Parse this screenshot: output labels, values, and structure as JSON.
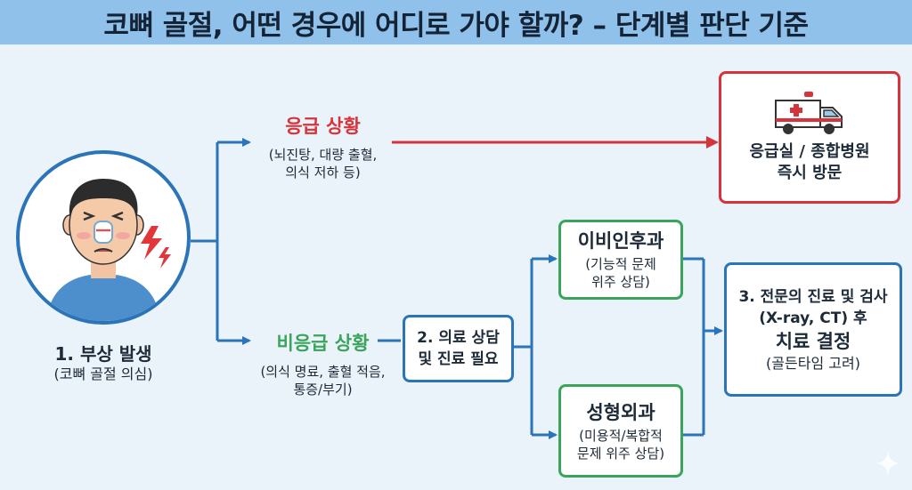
{
  "title": "코뼈 골절, 어떤 경우에 어디로 가야 할까? – 단계별 판단 기준",
  "injury": {
    "step": "1. 부상 발생",
    "note": "(코뼈 골절 의심)"
  },
  "emergency": {
    "label": "응급 상황",
    "note_line1": "(뇌진탕, 대량 출혈,",
    "note_line2": "의식 저하 등)",
    "destination_line1": "응급실 / 종합병원",
    "destination_line2": "즉시 방문"
  },
  "non_emergency": {
    "label": "비응급 상황",
    "note_line1": "(의식 명료, 출혈 적음,",
    "note_line2": "통증/부기)"
  },
  "consult": {
    "line1": "2. 의료 상담",
    "line2": "및 진료 필요"
  },
  "ent": {
    "title": "이비인후과",
    "note_line1": "(기능적 문제",
    "note_line2": "위주 상담)"
  },
  "plastic": {
    "title": "성형외과",
    "note_line1": "(미용적/복합적",
    "note_line2": "문제 위주 상담)"
  },
  "treatment": {
    "line1": "3. 전문의 진료 및 검사",
    "line2": "(X-ray, CT) 후",
    "line3": "치료 결정",
    "line4": "(골든타임 고려)"
  },
  "colors": {
    "title_bar": "#8fc1ea",
    "background": "#eaf2fa",
    "blue": "#2b74b8",
    "green": "#3aa55a",
    "red": "#d8333a"
  },
  "icons": [
    "injured-person-icon",
    "ambulance-icon",
    "lightning-icon",
    "sparkle-icon"
  ]
}
